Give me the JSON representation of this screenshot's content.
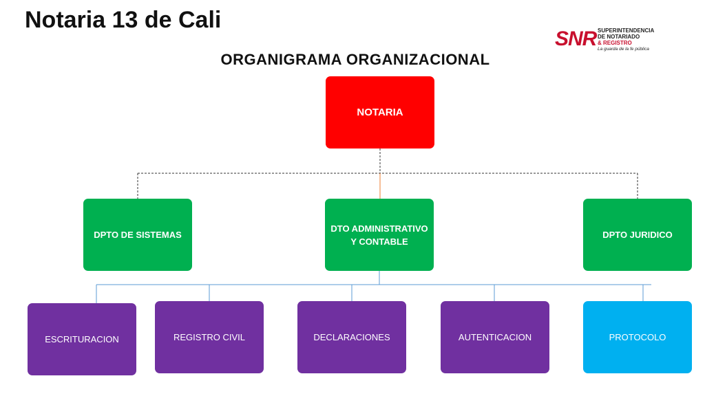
{
  "header": {
    "title": "Notaria 13 de Cali",
    "chart_title": "ORGANIGRAMA ORGANIZACIONAL"
  },
  "logo": {
    "mark": "SNR",
    "line1": "SUPERINTENDENCIA",
    "line2": "DE NOTARIADO",
    "line3": "& REGISTRO",
    "tagline": "La guarda de la fe pública"
  },
  "org": {
    "root": "NOTARIA",
    "departments": [
      "DPTO DE SISTEMAS",
      "DTO ADMINISTRATIVO Y CONTABLE",
      "DPTO JURIDICO"
    ],
    "units": [
      "ESCRITURACION",
      "REGISTRO CIVIL",
      "DECLARACIONES",
      "AUTENTICACION",
      "PROTOCOLO"
    ]
  },
  "colors": {
    "root": "#ff0000",
    "department": "#00b050",
    "unit": "#7030a0",
    "unit_highlight": "#00b0f0",
    "connector": "#9dc3e6"
  }
}
